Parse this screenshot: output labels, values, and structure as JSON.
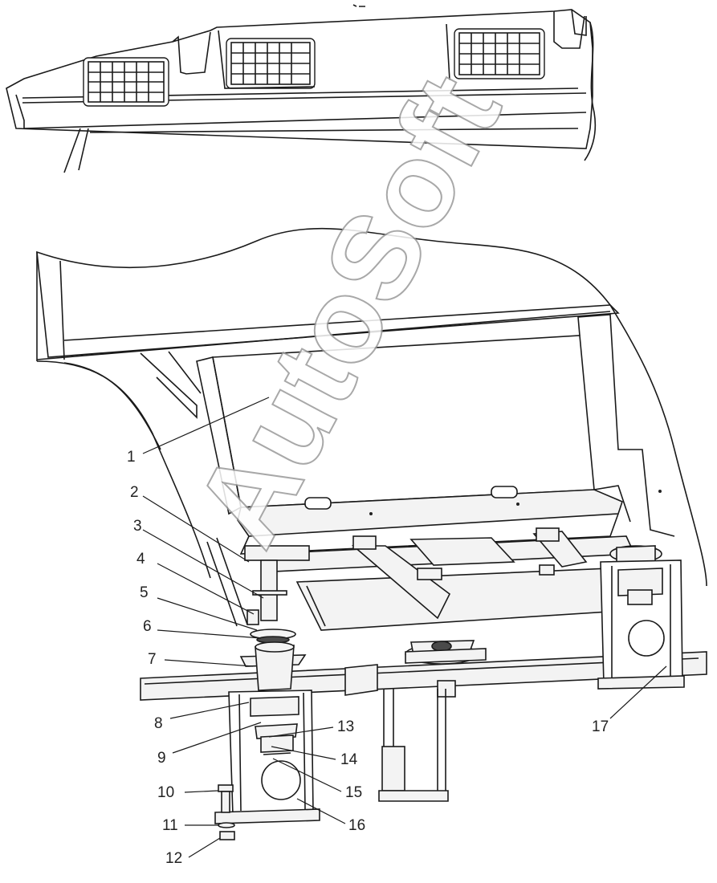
{
  "callouts": [
    {
      "id": "1",
      "label": "1"
    },
    {
      "id": "2",
      "label": "2"
    },
    {
      "id": "3",
      "label": "3"
    },
    {
      "id": "4",
      "label": "4"
    },
    {
      "id": "5",
      "label": "5"
    },
    {
      "id": "6",
      "label": "6"
    },
    {
      "id": "7",
      "label": "7"
    },
    {
      "id": "8",
      "label": "8"
    },
    {
      "id": "9",
      "label": "9"
    },
    {
      "id": "10",
      "label": "10"
    },
    {
      "id": "11",
      "label": "11"
    },
    {
      "id": "12",
      "label": "12"
    },
    {
      "id": "13",
      "label": "13"
    },
    {
      "id": "14",
      "label": "14"
    },
    {
      "id": "15",
      "label": "15"
    },
    {
      "id": "16",
      "label": "16"
    },
    {
      "id": "17",
      "label": "17"
    }
  ],
  "watermark": "AutoSoft"
}
